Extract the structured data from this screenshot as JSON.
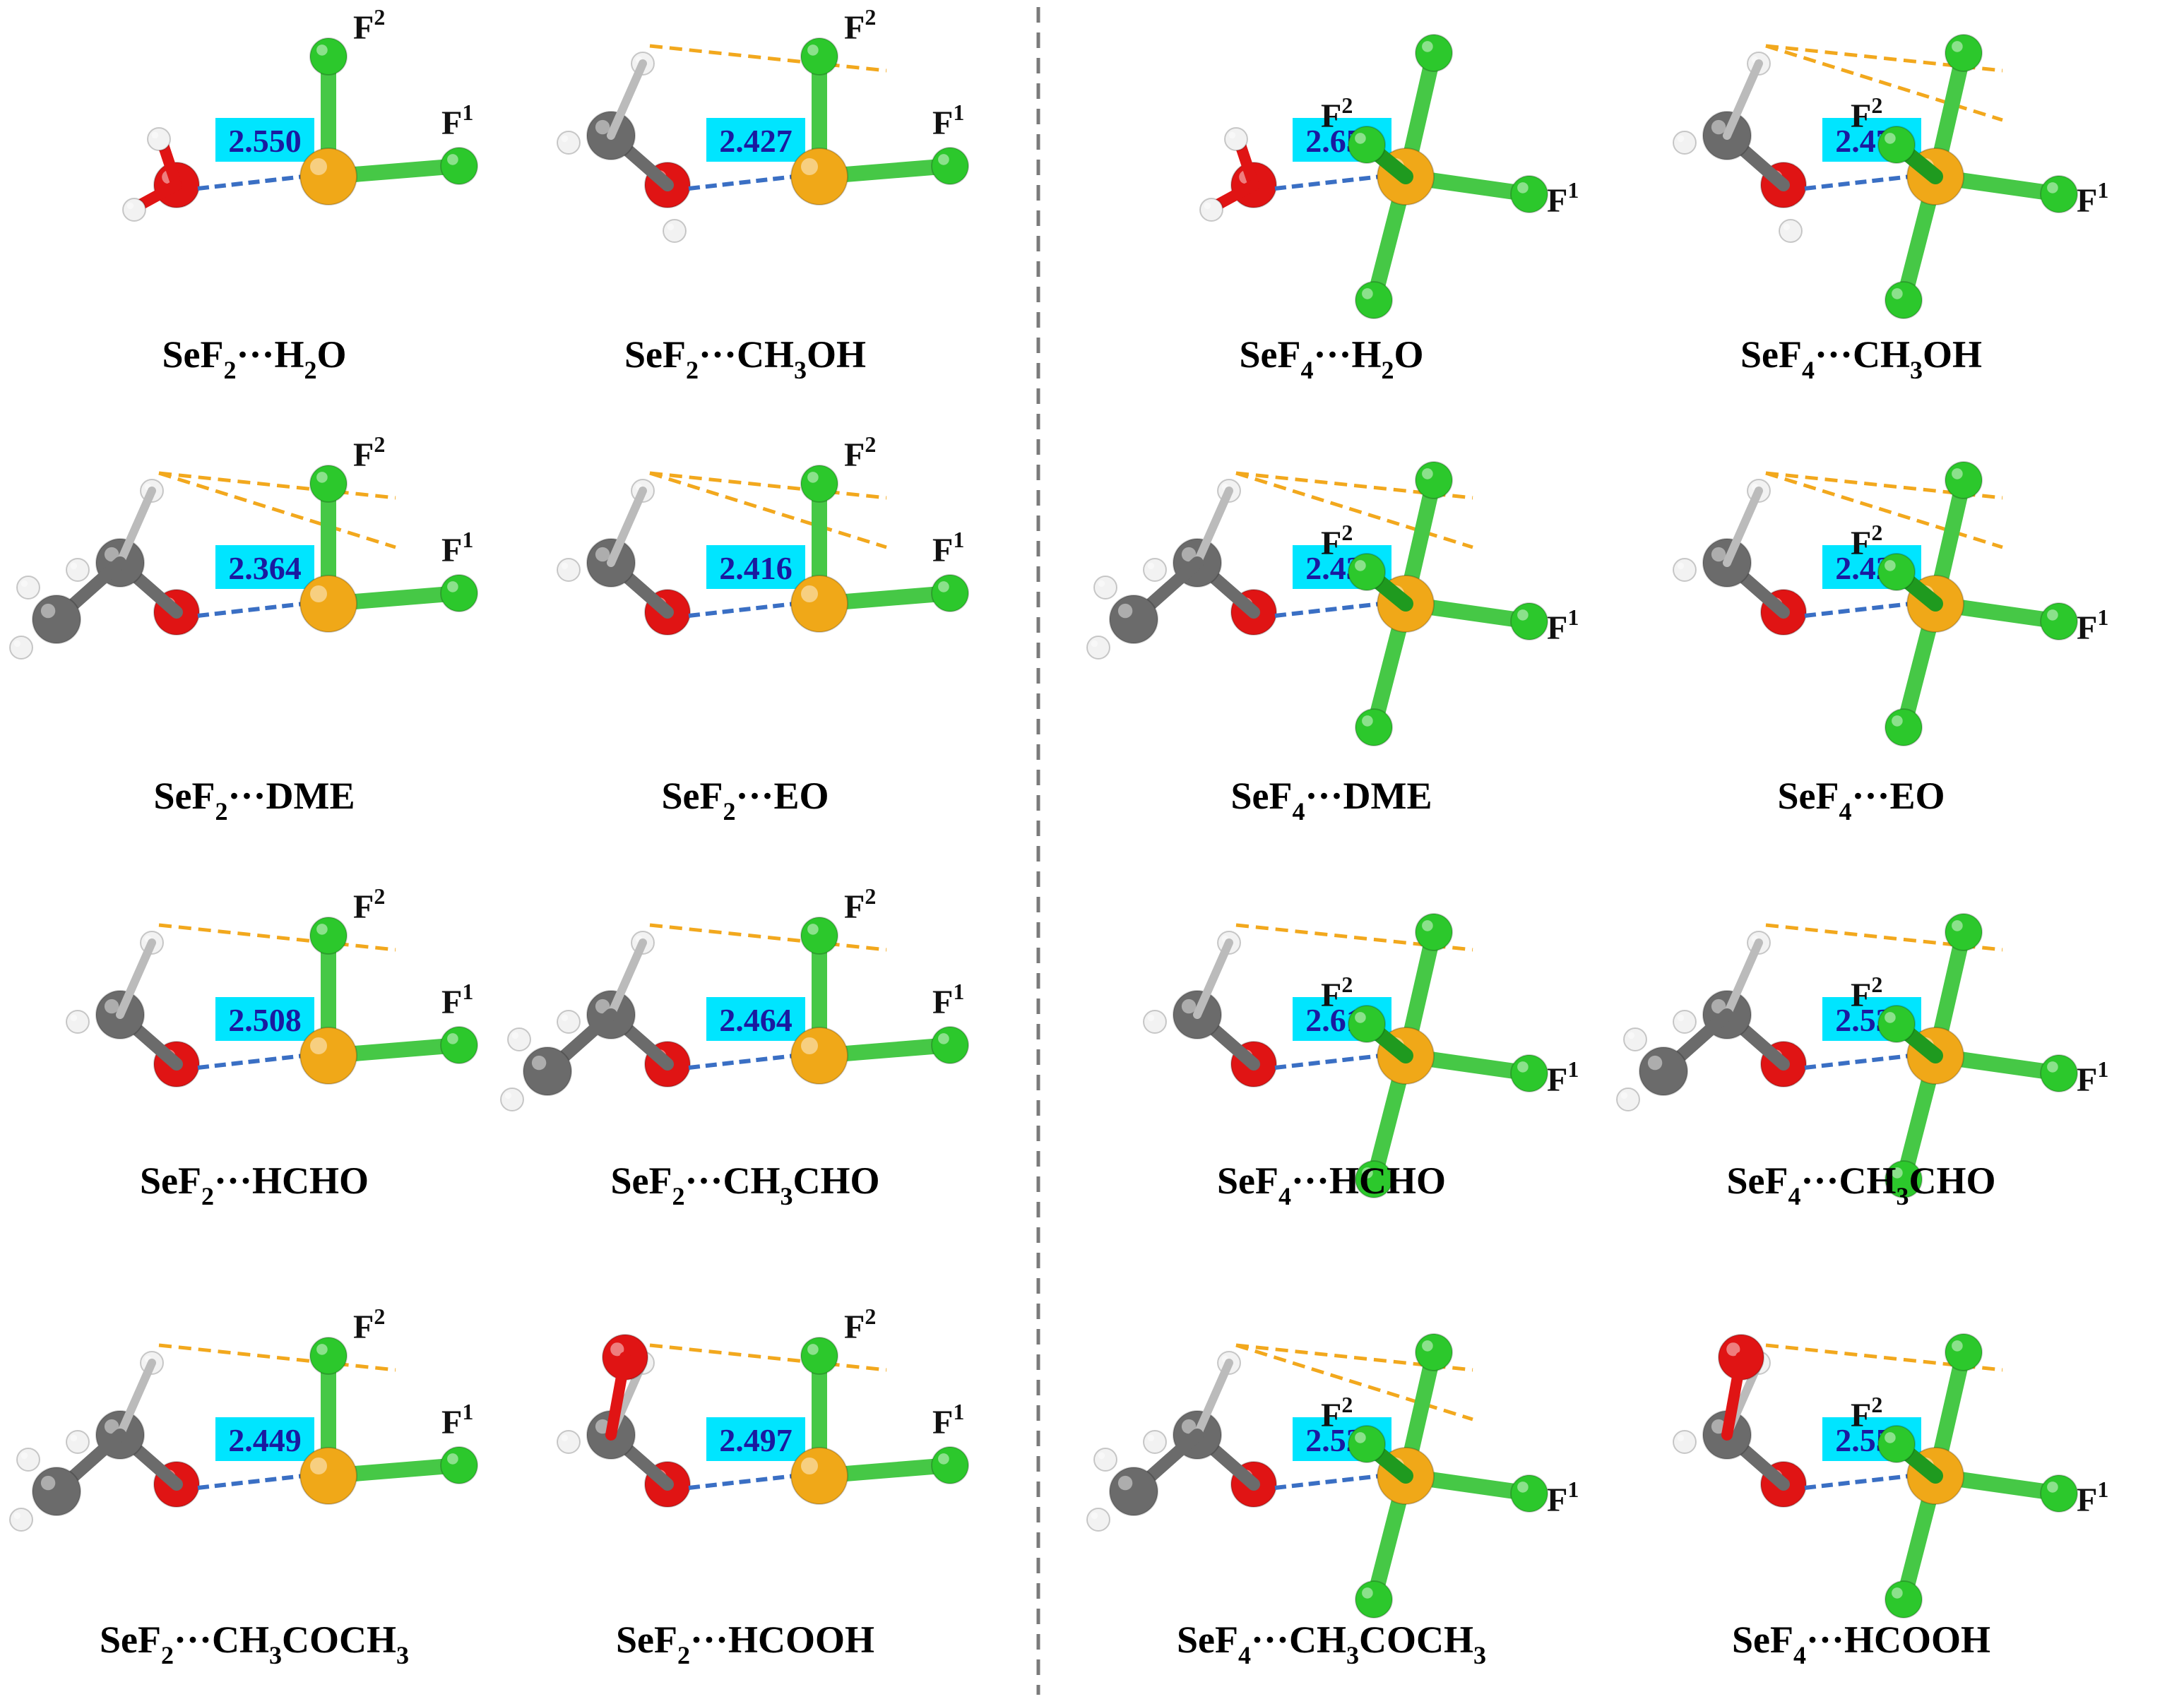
{
  "colors": {
    "background": "#ffffff",
    "divider": "#7a7a7a",
    "bond_label_bg": "#00e5ff",
    "bond_label_text": "#1a1aa0",
    "interaction_line": "#3a6fc4",
    "secondary_line": "#f2a81d",
    "selenium": "#f0a818",
    "fluorine": "#2cc82c",
    "oxygen": "#e01414",
    "carbon": "#6b6b6b",
    "hydrogen": "#f2f2f2",
    "bond": "#46c846"
  },
  "atom_labels": {
    "f1": "F",
    "f1_sup": "1",
    "f2": "F",
    "f2_sup": "2"
  },
  "complexes": [
    {
      "id": "sef2-h2o",
      "mol": "SeF",
      "mol_sub": "2",
      "sep": "···",
      "partner": [
        [
          "H",
          ""
        ],
        [
          "2",
          "sub"
        ],
        [
          "O",
          ""
        ]
      ],
      "distance": "2.550",
      "type": "F2",
      "ligand": "h2o",
      "sec": 0
    },
    {
      "id": "sef2-ch3oh",
      "mol": "SeF",
      "mol_sub": "2",
      "sep": "···",
      "partner": [
        [
          "CH",
          ""
        ],
        [
          "3",
          "sub"
        ],
        [
          "OH",
          ""
        ]
      ],
      "distance": "2.427",
      "type": "F2",
      "ligand": "ch3oh",
      "sec": 1
    },
    {
      "id": "sef4-h2o",
      "mol": "SeF",
      "mol_sub": "4",
      "sep": "···",
      "partner": [
        [
          "H",
          ""
        ],
        [
          "2",
          "sub"
        ],
        [
          "O",
          ""
        ]
      ],
      "distance": "2.659",
      "type": "F4",
      "ligand": "h2o",
      "sec": 0
    },
    {
      "id": "sef4-ch3oh",
      "mol": "SeF",
      "mol_sub": "4",
      "sep": "···",
      "partner": [
        [
          "CH",
          ""
        ],
        [
          "3",
          "sub"
        ],
        [
          "OH",
          ""
        ]
      ],
      "distance": "2.471",
      "type": "F4",
      "ligand": "ch3oh",
      "sec": 2
    },
    {
      "id": "sef2-dme",
      "mol": "SeF",
      "mol_sub": "2",
      "sep": "···",
      "partner": [
        [
          "DME",
          ""
        ]
      ],
      "distance": "2.364",
      "type": "F2",
      "ligand": "dme",
      "sec": 2
    },
    {
      "id": "sef2-eo",
      "mol": "SeF",
      "mol_sub": "2",
      "sep": "···",
      "partner": [
        [
          "EO",
          ""
        ]
      ],
      "distance": "2.416",
      "type": "F2",
      "ligand": "eo",
      "sec": 2
    },
    {
      "id": "sef4-dme",
      "mol": "SeF",
      "mol_sub": "4",
      "sep": "···",
      "partner": [
        [
          "DME",
          ""
        ]
      ],
      "distance": "2.436",
      "type": "F4",
      "ligand": "dme",
      "sec": 2
    },
    {
      "id": "sef4-eo",
      "mol": "SeF",
      "mol_sub": "4",
      "sep": "···",
      "partner": [
        [
          "EO",
          ""
        ]
      ],
      "distance": "2.427",
      "type": "F4",
      "ligand": "eo",
      "sec": 2
    },
    {
      "id": "sef2-hcho",
      "mol": "SeF",
      "mol_sub": "2",
      "sep": "···",
      "partner": [
        [
          "HCHO",
          ""
        ]
      ],
      "distance": "2.508",
      "type": "F2",
      "ligand": "hcho",
      "sec": 1
    },
    {
      "id": "sef2-ch3cho",
      "mol": "SeF",
      "mol_sub": "2",
      "sep": "···",
      "partner": [
        [
          "CH",
          ""
        ],
        [
          "3",
          "sub"
        ],
        [
          "CHO",
          ""
        ]
      ],
      "distance": "2.464",
      "type": "F2",
      "ligand": "ch3cho",
      "sec": 1
    },
    {
      "id": "sef4-hcho",
      "mol": "SeF",
      "mol_sub": "4",
      "sep": "···",
      "partner": [
        [
          "HCHO",
          ""
        ]
      ],
      "distance": "2.616",
      "type": "F4",
      "ligand": "hcho",
      "sec": 1
    },
    {
      "id": "sef4-ch3cho",
      "mol": "SeF",
      "mol_sub": "4",
      "sep": "···",
      "partner": [
        [
          "CH",
          ""
        ],
        [
          "3",
          "sub"
        ],
        [
          "CHO",
          ""
        ]
      ],
      "distance": "2.533",
      "type": "F4",
      "ligand": "ch3cho",
      "sec": 1
    },
    {
      "id": "sef2-ch3coch3",
      "mol": "SeF",
      "mol_sub": "2",
      "sep": "···",
      "partner": [
        [
          "CH",
          ""
        ],
        [
          "3",
          "sub"
        ],
        [
          "COCH",
          ""
        ],
        [
          "3",
          "sub"
        ]
      ],
      "distance": "2.449",
      "type": "F2",
      "ligand": "acetone",
      "sec": 1
    },
    {
      "id": "sef2-hcooh",
      "mol": "SeF",
      "mol_sub": "2",
      "sep": "···",
      "partner": [
        [
          "HCOOH",
          ""
        ]
      ],
      "distance": "2.497",
      "type": "F2",
      "ligand": "hcooh",
      "sec": 1
    },
    {
      "id": "sef4-ch3coch3",
      "mol": "SeF",
      "mol_sub": "4",
      "sep": "···",
      "partner": [
        [
          "CH",
          ""
        ],
        [
          "3",
          "sub"
        ],
        [
          "COCH",
          ""
        ],
        [
          "3",
          "sub"
        ]
      ],
      "distance": "2.522",
      "type": "F4",
      "ligand": "acetone",
      "sec": 2
    },
    {
      "id": "sef4-hcooh",
      "mol": "SeF",
      "mol_sub": "4",
      "sep": "···",
      "partner": [
        [
          "HCOOH",
          ""
        ]
      ],
      "distance": "2.551",
      "type": "F4",
      "ligand": "hcooh",
      "sec": 1
    }
  ]
}
